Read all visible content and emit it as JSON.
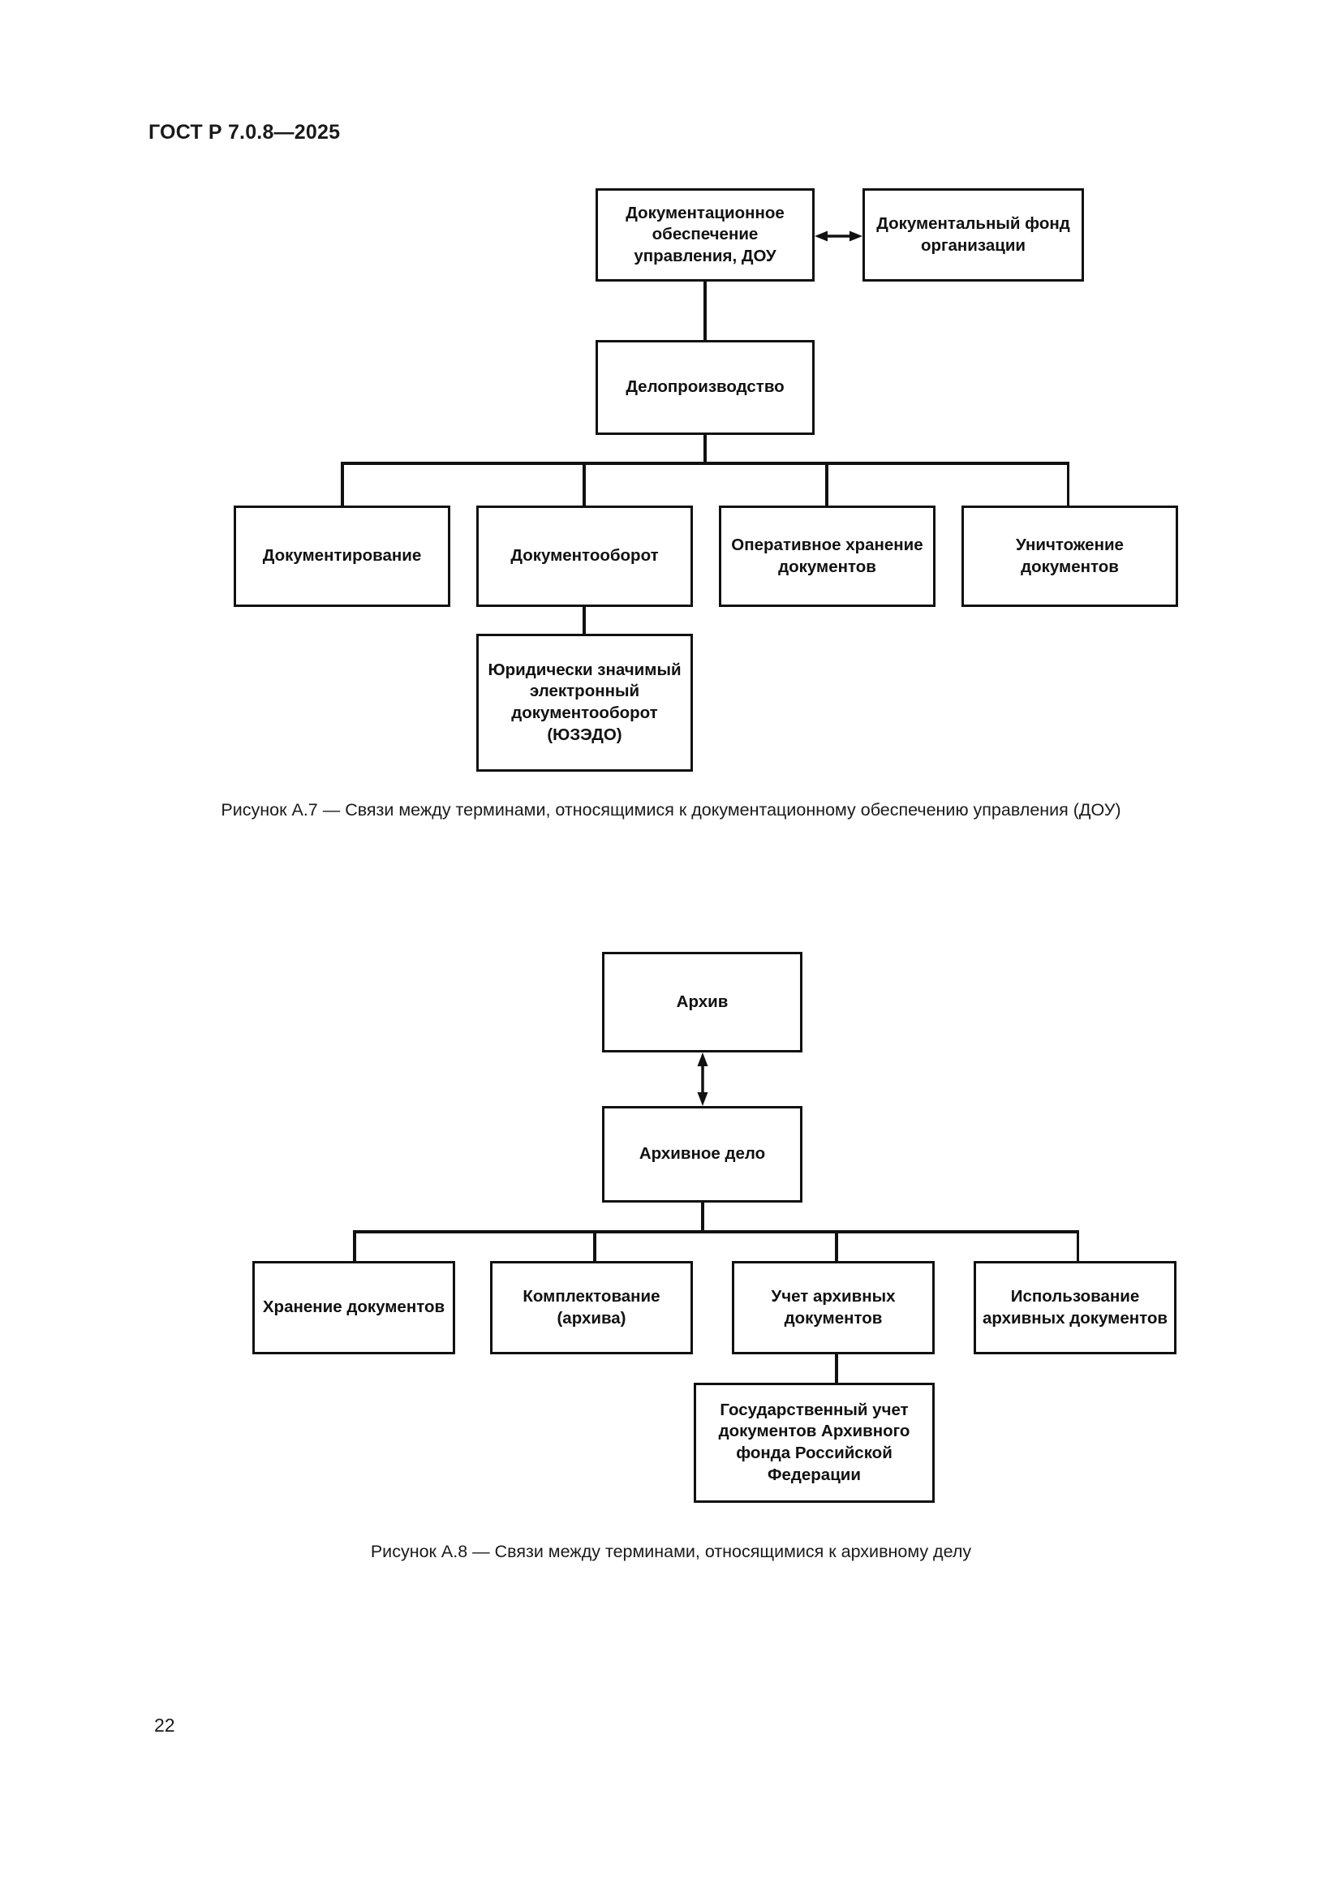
{
  "document": {
    "standard_header": "ГОСТ Р 7.0.8—2025",
    "page_number": "22"
  },
  "figure_a7": {
    "caption": "Рисунок А.7 — Связи между терминами, относящимися к документационному обеспечению управления (ДОУ)",
    "nodes": {
      "root": "Документационное обеспечение управления, ДОУ",
      "related": "Документальный фонд организации",
      "level2": "Делопроизводство",
      "children": [
        "Документирование",
        "Документооборот",
        "Оперативное хранение документов",
        "Уничтожение документов"
      ],
      "subchild": "Юридически значимый электронный документооборот (ЮЗЭДО)"
    }
  },
  "figure_a8": {
    "caption": "Рисунок А.8 — Связи между терминами, относящимися к архивному делу",
    "nodes": {
      "root": "Архив",
      "level2": "Архивное дело",
      "children": [
        "Хранение документов",
        "Комплектование (архива)",
        "Учет архивных документов",
        "Использование архивных документов"
      ],
      "subchild": "Государственный учет документов Архивного фонда Российской Федерации"
    }
  },
  "colors": {
    "ink": "#111111",
    "paper": "#ffffff"
  }
}
